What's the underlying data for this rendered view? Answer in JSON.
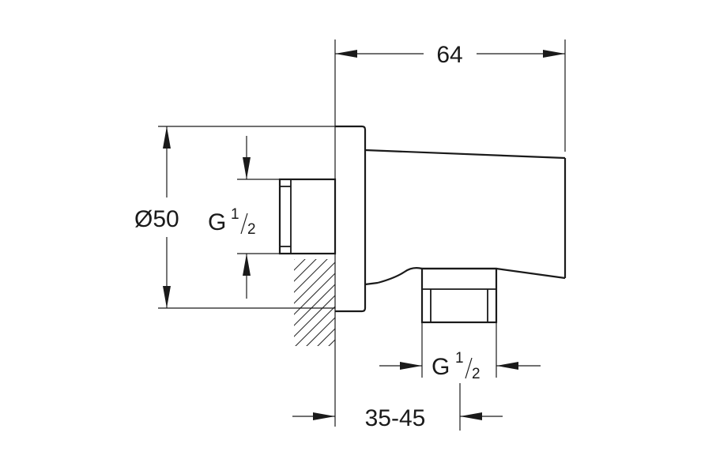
{
  "dimensions": {
    "width_top": "64",
    "diameter": "Ø50",
    "inlet_thread": {
      "main": "G",
      "num": "1",
      "den": "2"
    },
    "outlet_thread": {
      "main": "G",
      "num": "1",
      "den": "2"
    },
    "wall_range": "35-45"
  }
}
